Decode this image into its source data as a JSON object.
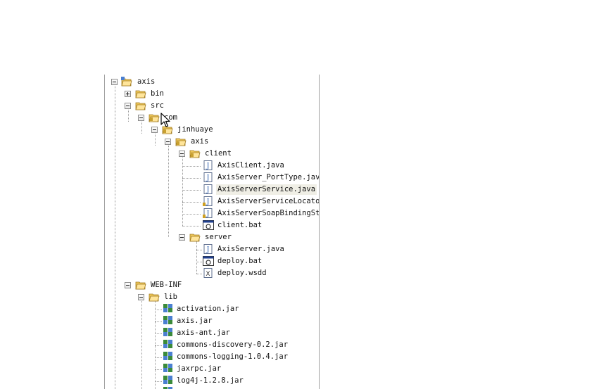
{
  "tree": {
    "axis": "axis",
    "bin": "bin",
    "src": "src",
    "com": "com",
    "jinhuaye": "jinhuaye",
    "axis_pkg": "axis",
    "client": "client",
    "AxisClient": "AxisClient.java",
    "PortType": "AxisServer_PortType.java",
    "ServerService": "AxisServerService.java",
    "ServiceLocator": "AxisServerServiceLocator",
    "SoapBinding": "AxisServerSoapBindingStu",
    "clientBat": "client.bat",
    "server": "server",
    "AxisServer": "AxisServer.java",
    "deployBat": "deploy.bat",
    "deployWsdd": "deploy.wsdd",
    "webinf": "WEB-INF",
    "lib": "lib",
    "activation": "activation.jar",
    "axisJar": "axis.jar",
    "axisAnt": "axis-ant.jar",
    "commonsDiscovery": "commons-discovery-0.2.jar",
    "commonsLogging": "commons-logging-1.0.4.jar",
    "jaxrpc": "jaxrpc.jar",
    "log4j": "log4j-1.2.8.jar"
  },
  "icons": {
    "project": "project-folder-icon",
    "folder": "folder-icon",
    "package": "package-folder-icon",
    "java": "java-file-icon",
    "bat": "batch-file-icon",
    "wsdd": "xml-file-icon",
    "jar": "jar-file-icon"
  },
  "colors": {
    "folder": "#f0c95a",
    "java_blue": "#2d5fb0",
    "jar_green": "#3a8a3a",
    "selection": "#f0efe6"
  }
}
